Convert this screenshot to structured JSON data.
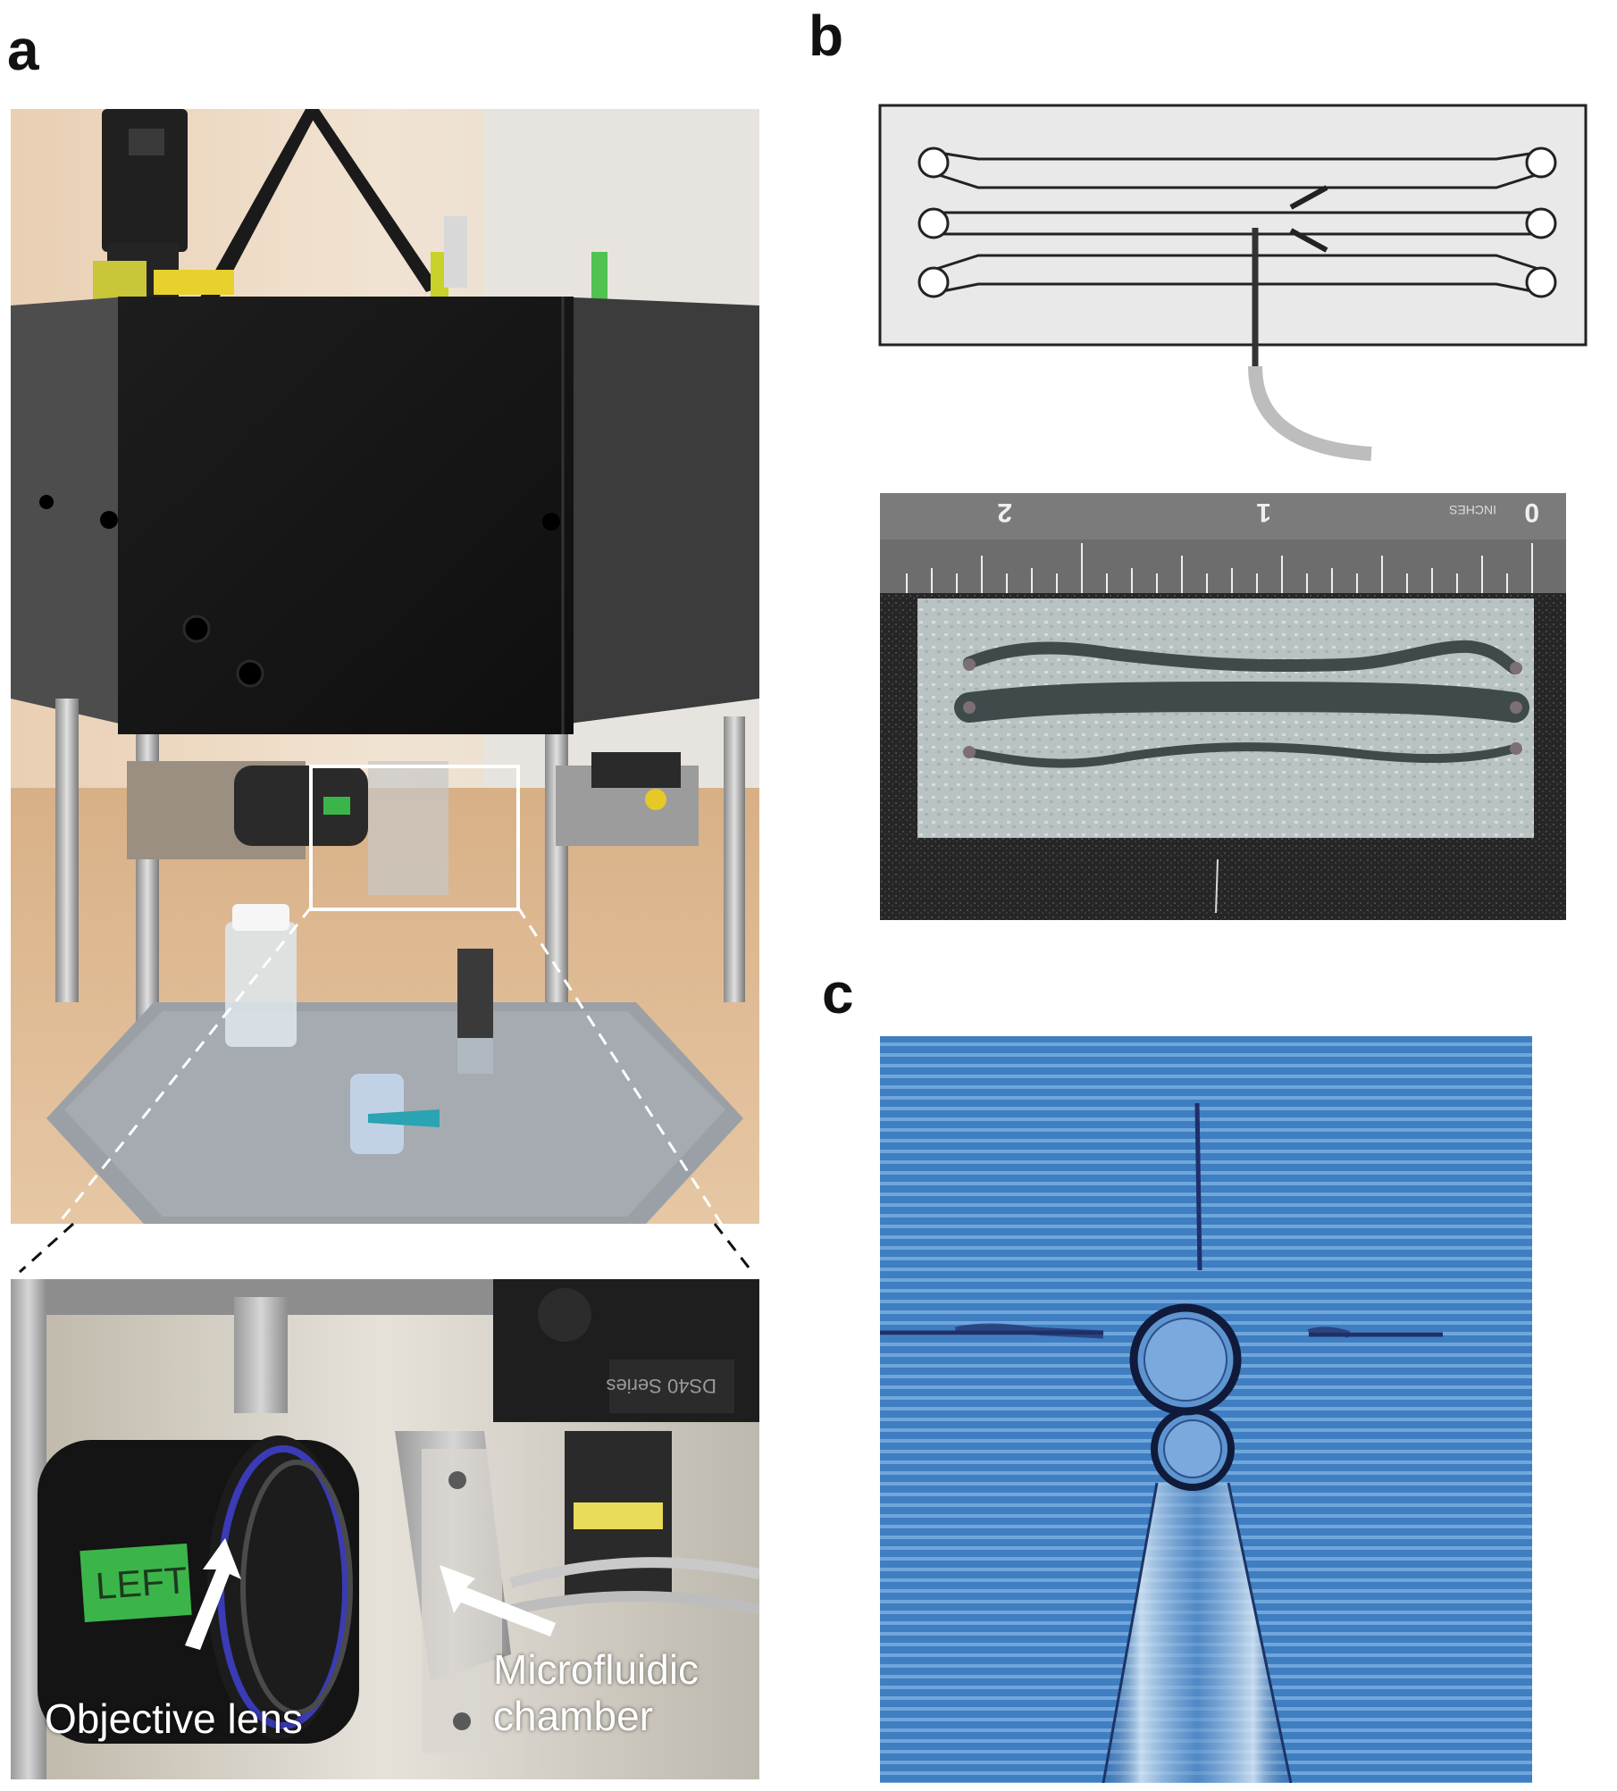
{
  "panels": {
    "a": {
      "letter": "a"
    },
    "b": {
      "letter": "b"
    },
    "c": {
      "letter": "c"
    }
  },
  "panel_a": {
    "lens_tag": "LEFT",
    "rig_label": "DS40 Series",
    "objective_label": "Objective lens",
    "chamber_label_line1": "Microfluidic",
    "chamber_label_line2": "chamber"
  },
  "panel_b": {
    "ruler_marks": [
      "2",
      "1",
      "0"
    ],
    "ruler_unit": "INCHES"
  },
  "colors": {
    "box_black": "#151515",
    "table_wood": "#d9b48e",
    "wall": "#efe5d8",
    "chip_gray": "#e8e8e8",
    "micro_blue": "#3f7ec0",
    "tag_green": "#3bb54a"
  }
}
